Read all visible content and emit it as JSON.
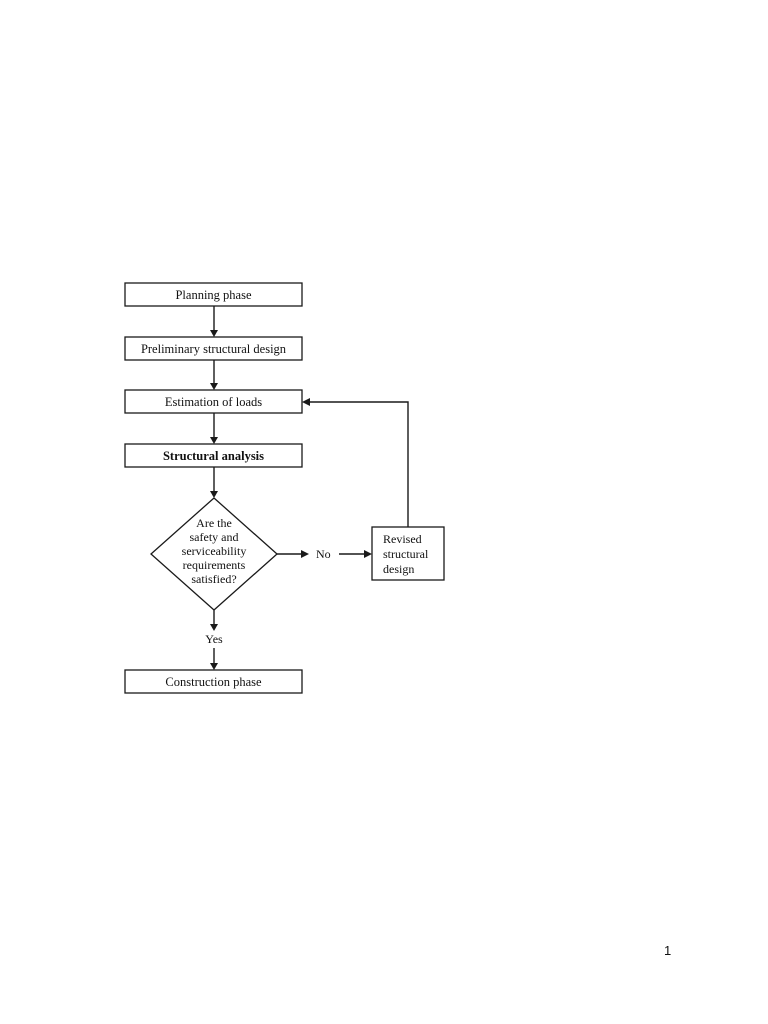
{
  "nodes": {
    "planning": "Planning phase",
    "preliminary": "Preliminary structural design",
    "loads": "Estimation of loads",
    "analysis": "Structural analysis",
    "decision": [
      "Are the",
      "safety and",
      "serviceability",
      "requirements",
      "satisfied?"
    ],
    "revised": [
      "Revised",
      "structural",
      "design"
    ],
    "construction": "Construction phase"
  },
  "edge_labels": {
    "no": "No",
    "yes": "Yes"
  },
  "page_number": "1"
}
